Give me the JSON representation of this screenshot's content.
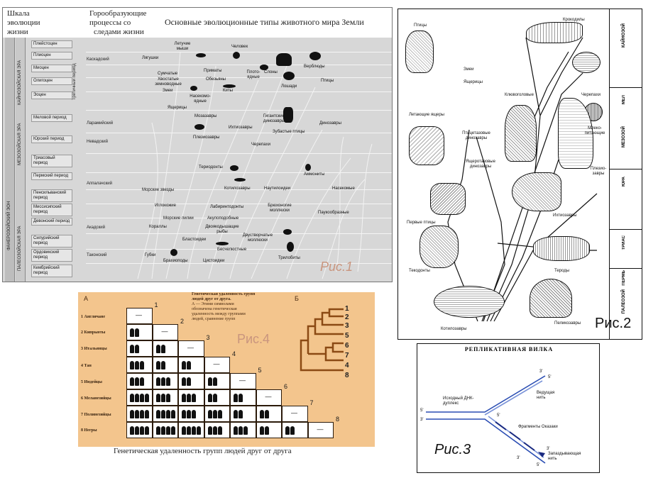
{
  "fig1": {
    "hdr_scale": [
      "Шкала",
      "эволюции",
      "жизни"
    ],
    "hdr_oro": [
      "Горообразующие",
      "процессы со",
      "следами жизни"
    ],
    "hdr_main": "Основные эволюционные типы животного мира Земли",
    "eon": "ФАНЕРОЗОЙСКИЙ ЭОН",
    "eras": [
      "КАЙНОЗОЙСКАЯ ЭРА",
      "МЕЗОЗОЙСКАЯ ЭРА",
      "ПАЛЕОЗОЙСКАЯ ЭРА"
    ],
    "tertiary": "Третичный период",
    "periods": [
      "Плейстоцен",
      "Плиоцен",
      "Миоцен",
      "Олигоцен",
      "Эоцен",
      "Меловой период",
      "Юрский период",
      "Триасовый период",
      "Пермский период",
      "Пенсильванский период",
      "Миссисипский период",
      "Девонский период",
      "Силурийский период",
      "Ордовикский период",
      "Кембрийский период"
    ],
    "orogeny": [
      "Каскадский",
      "Ларамийский",
      "Невадский",
      "Аппалачский",
      "Акадский",
      "Таконский"
    ],
    "animals": [
      "Летучие мыши",
      "Человек",
      "Лягушки",
      "Приматы",
      "Плото-ядные",
      "Слоны",
      "Верблюды",
      "Сумчатые",
      "Обезьяны",
      "Лошади",
      "Хвостатые земноводные",
      "Змеи",
      "Киты",
      "Ящерицы",
      "Насекомо-ядные",
      "Птицы",
      "Мозазавры",
      "Гигантские динозавры",
      "Ихтиозавры",
      "Динозавры",
      "Плезиозавры",
      "Зубастые птицы",
      "Черепахи",
      "Териодонты",
      "Аммониты",
      "Котилозавры",
      "Наутилоидеи",
      "Насекомые",
      "Морские звезды",
      "Лабиринтодонты",
      "Брюхоногие моллюски",
      "Иглокожие",
      "Акулоподобные",
      "Паукообразные",
      "Морские лилии",
      "Двоякодышащие рыбы",
      "Кораллы",
      "Бластоидеи",
      "Двустворчатые моллюски",
      "Губки",
      "Бесчелюстные",
      "Трилобиты",
      "Брахиоподы",
      "Цистоидеи"
    ],
    "caption": "Рис.1"
  },
  "fig2": {
    "eras": [
      "КАЙНОЗОЙ",
      "МЕЛ",
      "МЕЗОЗОЙ",
      "ЮРА",
      "ТРИАС",
      "ПЕРМЬ",
      "ПАЛЕОЗОЙ"
    ],
    "labels": [
      "Птицы",
      "Крокодилы",
      "Змеи",
      "Ящерицы",
      "Черепахи",
      "Клювоголовые",
      "Летающие ящеры",
      "Птицетазовые динозавры",
      "Млеко-питающие",
      "Ящеротазовые динозавры",
      "Плезио-завры",
      "Ихтиозавры",
      "Первые птицы",
      "Текодонты",
      "Тероды",
      "Котилозавры",
      "Пеликозавры"
    ],
    "caption": "Рис.2"
  },
  "fig3": {
    "title": "РЕПЛИКАТИВНАЯ ВИЛКА",
    "labels": {
      "duplex": "Исходный ДНК-дуплекс",
      "leading": "Ведущая нить",
      "okazaki": "Фрагменты Оказаки",
      "lagging": "Запаздывающая нить",
      "p5a": "5'",
      "p3a": "3'",
      "p3b": "3'",
      "p5b": "5'",
      "p5c": "5'",
      "p3c": "3'",
      "p3d": "3'",
      "p5d": "5'"
    },
    "caption": "Рис.3"
  },
  "fig4": {
    "A": "А",
    "B": "Б",
    "title": [
      "Генетическая удаленность групп",
      "людей друг от друга.",
      "А — Этими символами",
      "обозначена генетическая",
      "удаленность между группами",
      "людей, сравнение групп"
    ],
    "groups": [
      "1 Англичане",
      "2 Кипрыоты",
      "3 Итальянцы",
      "4 Тан",
      "5 Индейцы",
      "6 Меланезийцы",
      "7 Полинезийцы",
      "8 Негры"
    ],
    "diag": [
      "1",
      "2",
      "3",
      "4",
      "5",
      "6",
      "7",
      "8"
    ],
    "tree": [
      "1",
      "2",
      "3",
      "5",
      "6",
      "7",
      "4",
      "8"
    ],
    "dash": "—",
    "caption": "Рис.4",
    "bottom_caption": "Генетическая удаленность групп людей друг от друга"
  }
}
